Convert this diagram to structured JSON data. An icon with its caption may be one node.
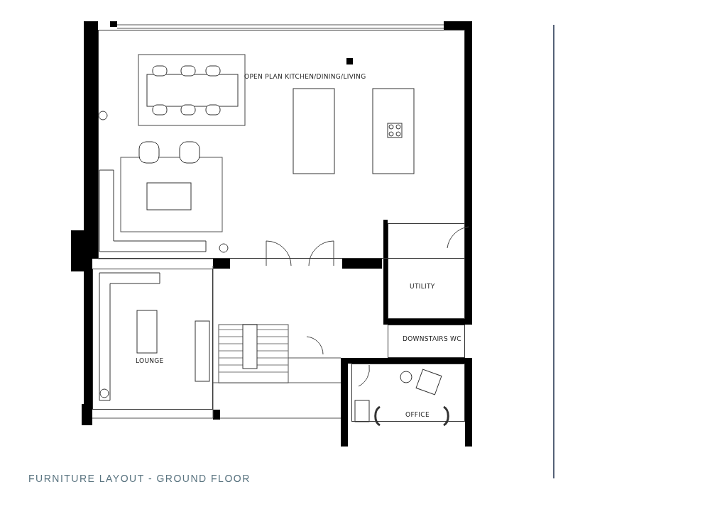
{
  "diagram": {
    "title": "FURNITURE LAYOUT - GROUND FLOOR",
    "nodes": [
      {
        "text": [
          "OPEN PLAN KITCHEN/DINING/LIVING"
        ]
      },
      {
        "text": [
          "UTILITY"
        ]
      },
      {
        "text": [
          "DOWNSTAIRS WC"
        ]
      },
      {
        "text": [
          "LOUNGE"
        ]
      },
      {
        "text": [
          "OFFICE"
        ]
      }
    ],
    "edges": []
  }
}
